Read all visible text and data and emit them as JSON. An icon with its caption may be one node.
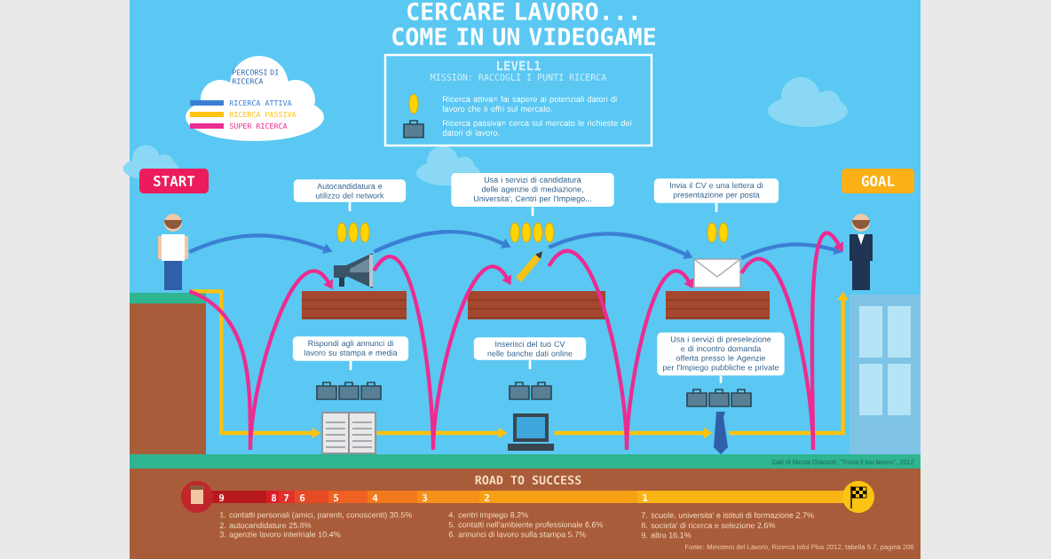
{
  "diagram": {
    "title": "CERCARE LAVORO... COME IN UN VIDEOGAME",
    "nodes": [
      {
        "text": [
          "START"
        ]
      },
      {
        "text": [],
        "shape": "person"
      },
      {
        "text": [
          "Autocandidatura e utilizzo del network"
        ]
      },
      {
        "text": [],
        "shape": "picture"
      },
      {
        "text": [
          "Usa i servizi di candidatura delle agenzie di mediazione, Universita', Centri per l'Impiego..."
        ]
      },
      {
        "text": [],
        "shape": "picture"
      },
      {
        "text": [
          "Invia il CV e una lettera di presentazione per posta"
        ]
      },
      {
        "text": [],
        "shape": "picture"
      },
      {
        "text": [
          "GOAL"
        ]
      },
      {
        "text": [],
        "shape": "person"
      },
      {
        "text": [
          "Rispondi agli annunci di lavoro su stampa e media"
        ]
      },
      {
        "text": [],
        "shape": "picture"
      },
      {
        "text": [
          "Inserisci del tuo CV nelle banche dati online"
        ]
      },
      {
        "text": [],
        "shape": "picture"
      },
      {
        "text": [
          "Usa i servizi di preselezione e di incontro domanda offerta presso le Agenzie per l'Impiego pubbliche e private"
        ]
      },
      {
        "text": [],
        "shape": "picture"
      },
      {
        "text": [
          "LEVEL1",
          "MISSION: RACCOGLI I PUNTI RICERCA",
          "Ricerca attiva= fai sapere ai potenziali datori di lavoro che ti offri sul mercato.",
          "Ricerca passiva= cerca sul mercato le richieste dei datori di lavoro."
        ]
      }
    ],
    "edges": [
      {
        "from": 1,
        "to": 3,
        "arrow": "to",
        "color": "#3b7fd4"
      },
      {
        "from": 3,
        "to": 5,
        "arrow": "to",
        "color": "#3b7fd4"
      },
      {
        "from": 5,
        "to": 7,
        "arrow": "to",
        "color": "#3b7fd4"
      },
      {
        "from": 7,
        "to": 9,
        "arrow": "to",
        "color": "#3b7fd4"
      },
      {
        "from": 1,
        "to": 11,
        "arrow": "to",
        "color": "#ffc20e"
      },
      {
        "from": 11,
        "to": 13,
        "arrow": "to",
        "color": "#ffc20e"
      },
      {
        "from": 13,
        "to": 15,
        "arrow": "to",
        "color": "#ffc20e"
      },
      {
        "from": 15,
        "to": 9,
        "arrow": "to",
        "color": "#ffc20e"
      },
      {
        "from": 1,
        "to": 3,
        "arrow": "to",
        "color": "#ec2c91"
      },
      {
        "from": 3,
        "to": 5,
        "arrow": "to",
        "color": "#ec2c91"
      },
      {
        "from": 5,
        "to": 7,
        "arrow": "to",
        "color": "#ec2c91"
      },
      {
        "from": 7,
        "to": 9,
        "arrow": "to",
        "color": "#ec2c91"
      }
    ],
    "labels": [
      "PERCORSI DI RICERCA",
      "Dati di Nicola Giacomi, \"Trova il tuo lavoro\", 2012",
      "ROAD TO SUCCESS",
      "9",
      "8",
      "7",
      "6",
      "5",
      "4",
      "3",
      "2",
      "1",
      "1. contatti personali (amici, parenti, conoscenti) 30.5%",
      "2. autocandidature 25.8%",
      "3. agenzie lavoro interinale 10.4%",
      "4. centri impiego 8.2%",
      "5. contatti nell'ambiente professionale 6.6%",
      "6. annunci di lavoro sulla stampa 5.7%",
      "7. scuole, universita' e istituti di formazione 2.7%",
      "8. societa' di ricerca e selezione 2.6%",
      "9. altro 16.1%",
      "Fonte: Ministero del Lavoro, Ricerca Isfol Plus 2012, tabella 5.7, pagina 206"
    ],
    "legend": [
      {
        "text": "RICERCA ATTIVA",
        "color": "#3b7fd4"
      },
      {
        "text": "RICERCA PASSIVA",
        "color": "#ffc20e"
      },
      {
        "text": "SUPER RICERCA",
        "color": "#ec2c91"
      }
    ]
  }
}
